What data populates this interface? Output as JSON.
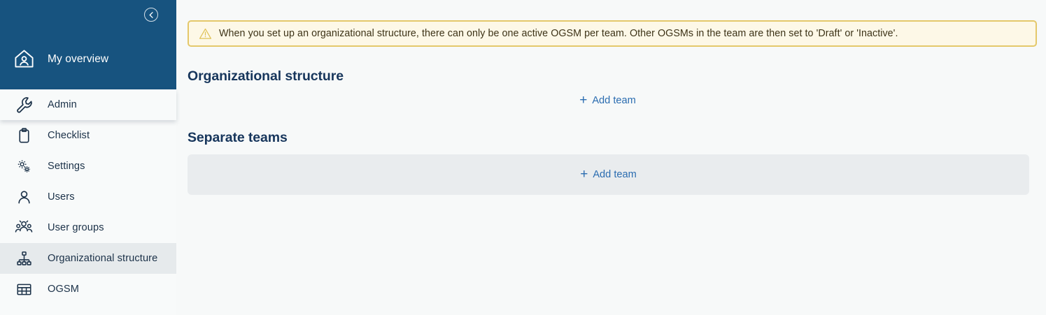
{
  "sidebar": {
    "collapse_button": {
      "icon": "chevron-left-circle-icon",
      "label": ""
    },
    "header": {
      "icon": "home-user-icon",
      "label": "My overview"
    },
    "items": [
      {
        "icon": "wrench-icon",
        "label": "Admin",
        "active": false
      },
      {
        "icon": "clipboard-icon",
        "label": "Checklist",
        "active": false
      },
      {
        "icon": "gears-icon",
        "label": "Settings",
        "active": false
      },
      {
        "icon": "user-icon",
        "label": "Users",
        "active": false
      },
      {
        "icon": "users-group-icon",
        "label": "User groups",
        "active": false
      },
      {
        "icon": "org-chart-icon",
        "label": "Organizational structure",
        "active": true
      },
      {
        "icon": "table-grid-icon",
        "label": "OGSM",
        "active": false
      }
    ]
  },
  "main": {
    "banner": {
      "icon": "warning-triangle-icon",
      "text": "When you set up an organizational structure, there can only be one active OGSM per team. Other OGSMs in the team are then set to 'Draft' or 'Inactive'."
    },
    "sections": [
      {
        "title": "Organizational structure",
        "add_label": "Add team",
        "add_icon": "plus-icon"
      },
      {
        "title": "Separate teams",
        "add_label": "Add team",
        "add_icon": "plus-icon"
      }
    ]
  },
  "colors": {
    "sidebar_header_bg": "#17537f",
    "sidebar_bg": "#f8fafa",
    "active_item_bg": "#e6eaec",
    "page_bg": "#f7f9f9",
    "panel_bg": "#e9ecee",
    "link_blue": "#2a6cb0",
    "heading_navy": "#17365c",
    "banner_bg": "#fdf8e7",
    "banner_border": "#e4c86a",
    "banner_text": "#3d3317"
  }
}
